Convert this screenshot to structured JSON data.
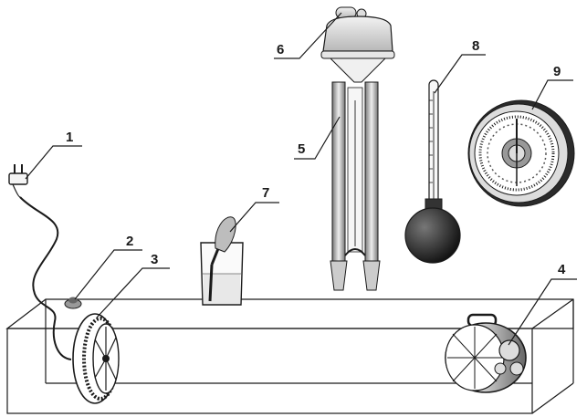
{
  "labels": {
    "1": "1",
    "2": "2",
    "3": "3",
    "4": "4",
    "5": "5",
    "6": "6",
    "7": "7",
    "8": "8",
    "9": "9"
  },
  "colors": {
    "ink": "#1a1a1a",
    "bulb": "#222222",
    "gray": "#888888"
  },
  "icons": {
    "plug": "power-plug-icon",
    "fan": "fan-icon",
    "barometer": "barometer-icon"
  }
}
